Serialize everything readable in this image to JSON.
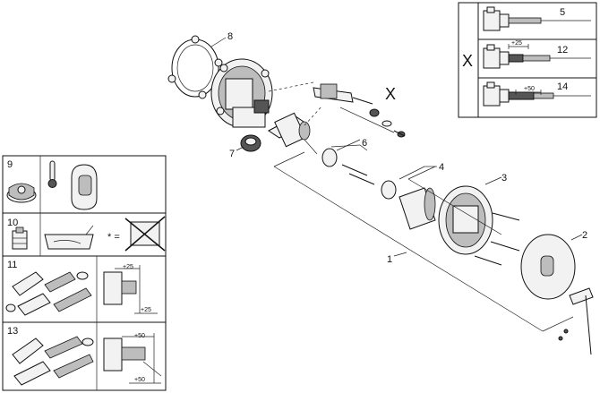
{
  "callouts": {
    "c1": "1",
    "c2": "2",
    "c3": "3",
    "c4": "4",
    "c5": "5",
    "c6": "6",
    "c7": "7",
    "c8": "8",
    "x": "X"
  },
  "x_box": {
    "x_label": "X",
    "rows": [
      {
        "num": "5",
        "dim": ""
      },
      {
        "num": "12",
        "dim": "+25"
      },
      {
        "num": "14",
        "dim": "+50"
      }
    ]
  },
  "left_panel": {
    "rows": [
      {
        "num": "9"
      },
      {
        "num": "10",
        "note": "* ="
      },
      {
        "num": "11",
        "dim_top": "+25",
        "dim_bottom": "+25"
      },
      {
        "num": "13",
        "dim_top": "+50",
        "dim_bottom": "+50"
      }
    ]
  }
}
